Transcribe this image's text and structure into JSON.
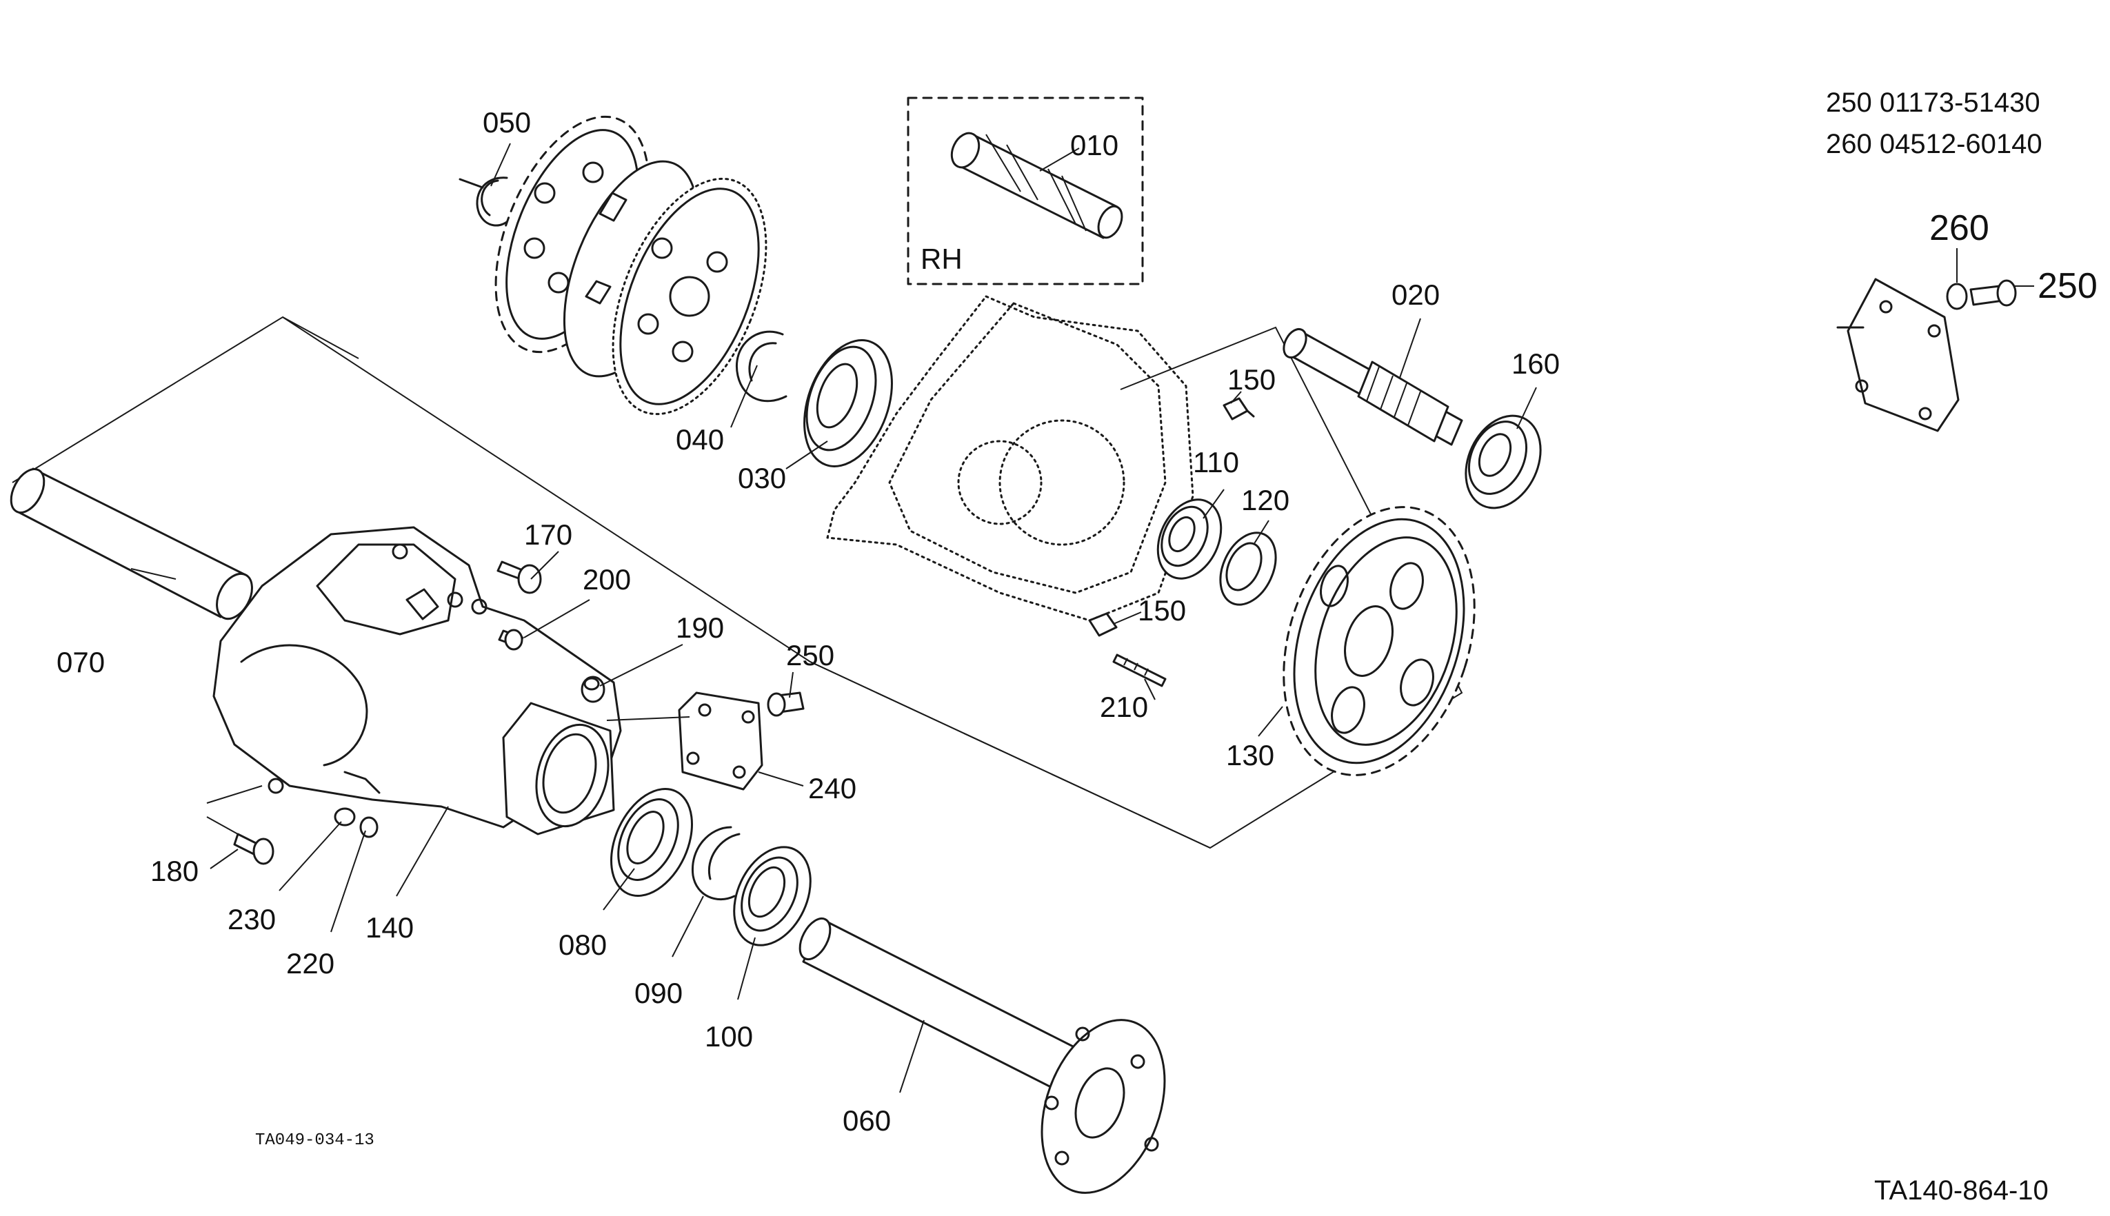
{
  "parts": {
    "p010": "010",
    "p020": "020",
    "p030": "030",
    "p040": "040",
    "p050": "050",
    "p060": "060",
    "p070": "070",
    "p080": "080",
    "p090": "090",
    "p100": "100",
    "p110": "110",
    "p120": "120",
    "p130": "130",
    "p140": "140",
    "p150a": "150",
    "p150b": "150",
    "p160": "160",
    "p170": "170",
    "p180": "180",
    "p190": "190",
    "p200": "200",
    "p210": "210",
    "p220": "220",
    "p230": "230",
    "p240": "240",
    "p250": "250",
    "p250b": "250",
    "p260": "260"
  },
  "rh_label": "RH",
  "notes": {
    "line1": "250 01173-51430",
    "line2": "260 04512-60140"
  },
  "refs": {
    "drawing_small": "TA049-034-13",
    "drawing_main": "TA140-864-10"
  }
}
